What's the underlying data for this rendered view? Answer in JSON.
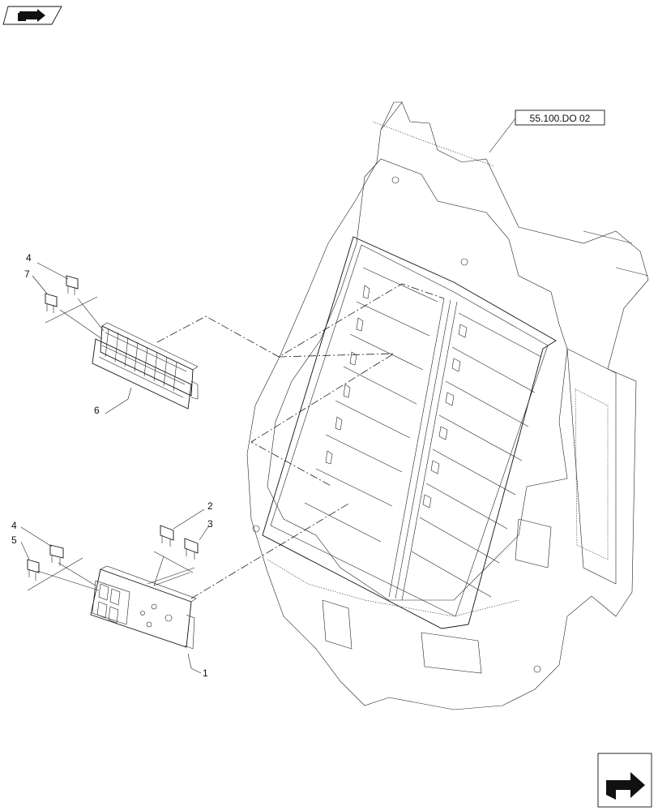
{
  "diagram": {
    "reference_label": "55.100.DO 02",
    "callouts": {
      "c1": "1",
      "c2": "2",
      "c3": "3",
      "c4_top": "4",
      "c4_bottom": "4",
      "c5": "5",
      "c6": "6",
      "c7": "7"
    },
    "icons": {
      "top_left": "book-arrow-icon",
      "bottom_right": "next-page-arrow-icon"
    }
  }
}
